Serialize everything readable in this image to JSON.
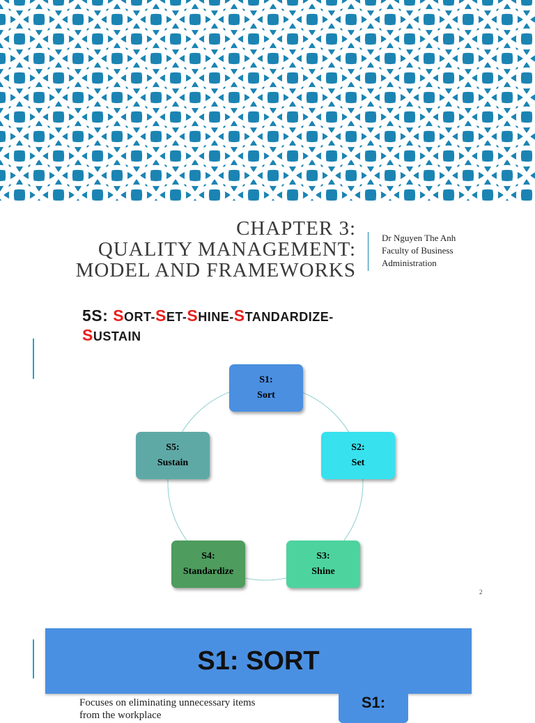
{
  "slide1": {
    "title_lines": [
      "CHAPTER 3:",
      "QUALITY MANAGEMENT:",
      "MODEL AND FRAMEWORKS"
    ],
    "author_lines": [
      "Dr Nguyen The Anh",
      "Faculty of Business",
      "Administration"
    ],
    "pattern_colors": {
      "background": "#1b84b3",
      "rings": "#ffffff"
    }
  },
  "slide2": {
    "title_line1": {
      "prefix": "5S: ",
      "parts": [
        {
          "accent": "S",
          "rest": "ORT-"
        },
        {
          "accent": "S",
          "rest": "ET-"
        },
        {
          "accent": "S",
          "rest": "HINE-"
        },
        {
          "accent": "S",
          "rest": "TANDARDIZE-"
        }
      ]
    },
    "title_line2": {
      "accent": "S",
      "rest": "USTAIN"
    },
    "accent_color": "#e8201c",
    "cycle": [
      {
        "id": "s1",
        "line1": "S1:",
        "line2": "Sort",
        "color": "#4a8fe0"
      },
      {
        "id": "s2",
        "line1": "S2:",
        "line2": "Set",
        "color": "#38e1ee"
      },
      {
        "id": "s3",
        "line1": "S3:",
        "line2": "Shine",
        "color": "#4dd49e"
      },
      {
        "id": "s4",
        "line1": "S4:",
        "line2": "Standardize",
        "color": "#4e9c5e"
      },
      {
        "id": "s5",
        "line1": "S5:",
        "line2": "Sustain",
        "color": "#5ea9a6"
      }
    ],
    "page_number": "2"
  },
  "slide3": {
    "banner_title": "S1: SORT",
    "description": "Focuses on eliminating unnecessary items from the workplace",
    "side_box_label": "S1:"
  }
}
